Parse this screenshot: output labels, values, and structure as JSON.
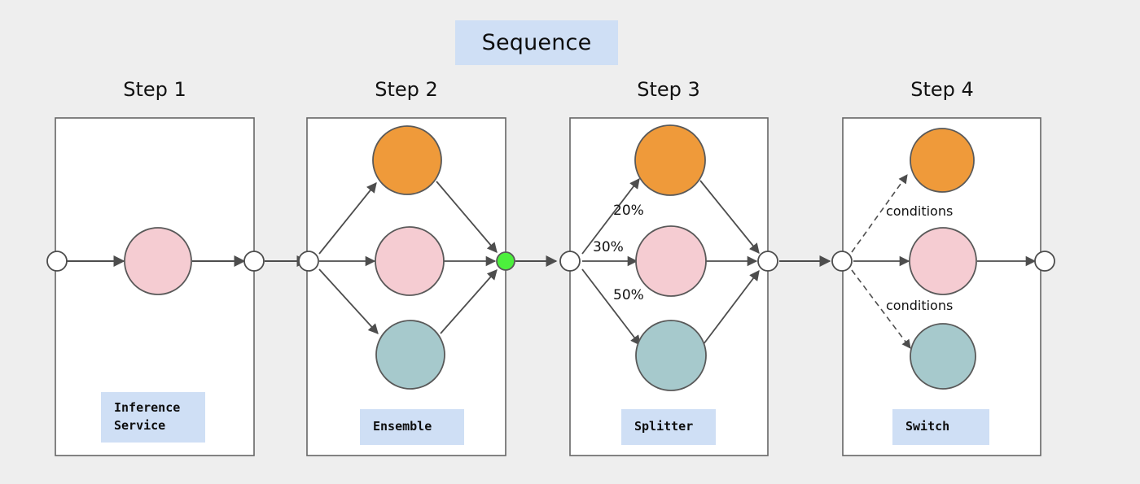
{
  "diagram": {
    "title": "Sequence",
    "background_color": "#eeeeee",
    "chip_color": "#cfdff5",
    "stroke_color": "#595959",
    "node_colors": {
      "orange": "#ef9a3a",
      "pink": "#f5ccd2",
      "teal": "#a6c9cc",
      "green": "#4cf03c",
      "connector": "#ffffff"
    }
  },
  "steps": [
    {
      "title": "Step 1",
      "type_label_line1": "Inference",
      "type_label_line2": "Service",
      "nodes": [
        "pink"
      ],
      "edge_labels": []
    },
    {
      "title": "Step 2",
      "type_label_line1": "Ensemble",
      "type_label_line2": "",
      "nodes": [
        "orange",
        "pink",
        "teal"
      ],
      "edge_labels": []
    },
    {
      "title": "Step 3",
      "type_label_line1": "Splitter",
      "type_label_line2": "",
      "nodes": [
        "orange",
        "pink",
        "teal"
      ],
      "edge_labels": [
        "20%",
        "30%",
        "50%"
      ]
    },
    {
      "title": "Step 4",
      "type_label_line1": "Switch",
      "type_label_line2": "",
      "nodes": [
        "orange",
        "pink",
        "teal"
      ],
      "edge_labels": [
        "conditions",
        "conditions"
      ]
    }
  ]
}
